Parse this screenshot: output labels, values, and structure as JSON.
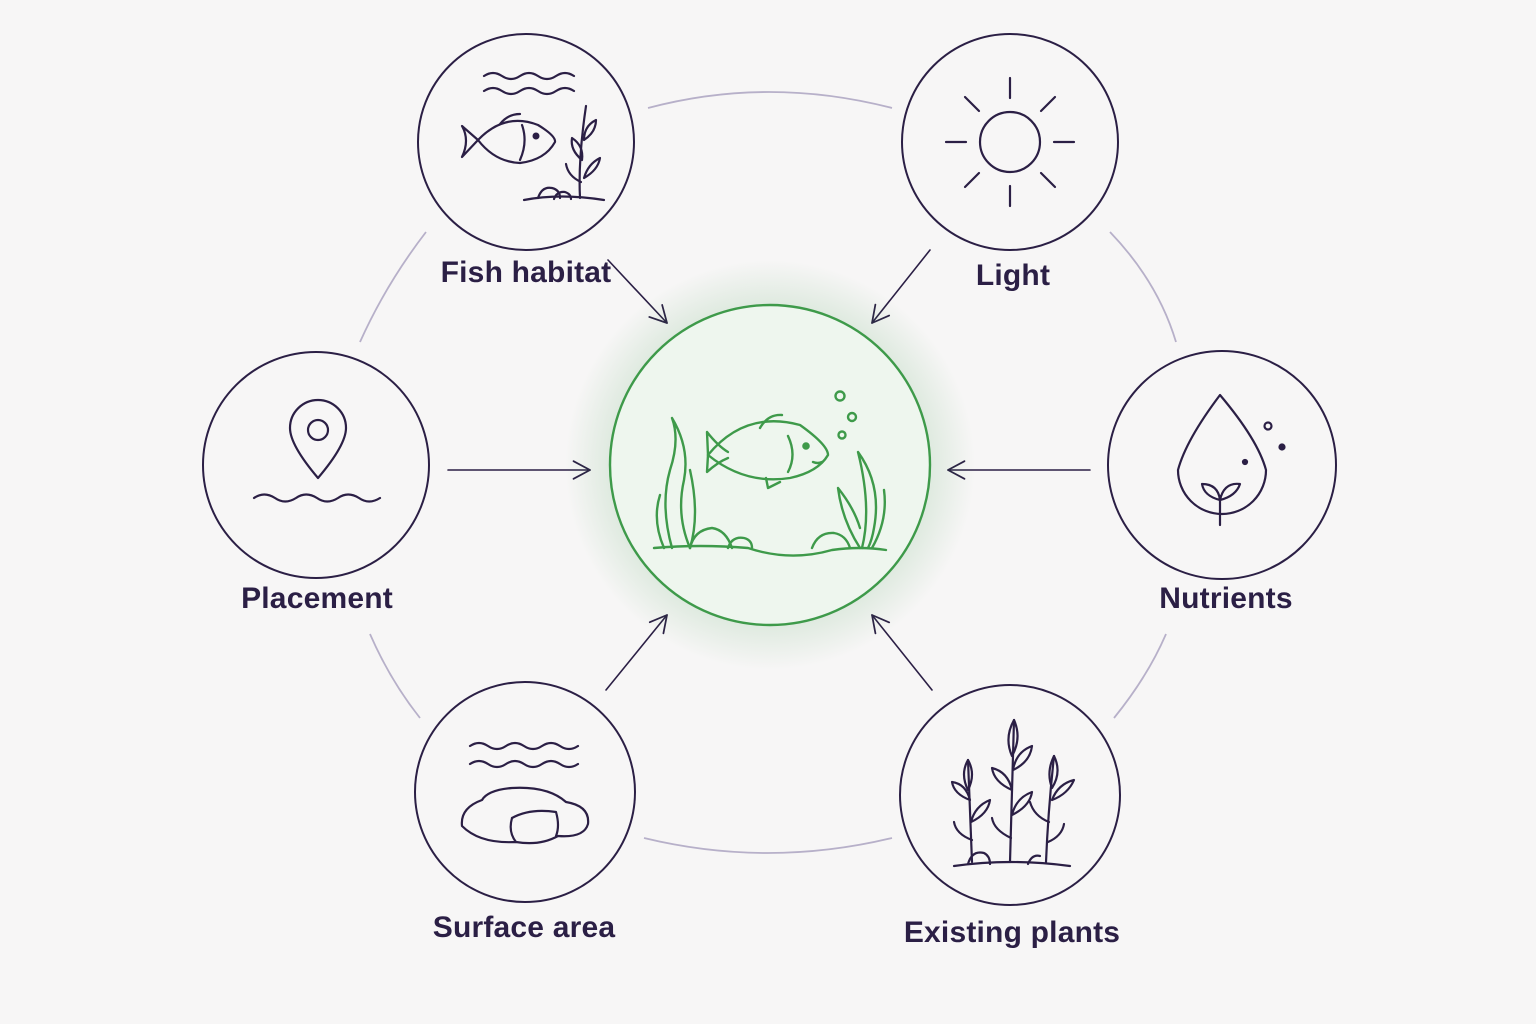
{
  "colors": {
    "background": "#f7f6f6",
    "ink": "#2b1f45",
    "ring": "#b7b0c9",
    "accent_green": "#3e9a4a",
    "center_fill": "#eef6ee"
  },
  "center": {
    "icon": "aquarium-icon"
  },
  "nodes": [
    {
      "id": "fish-habitat",
      "label": "Fish habitat",
      "icon": "fish-habitat-icon"
    },
    {
      "id": "light",
      "label": "Light",
      "icon": "sun-icon"
    },
    {
      "id": "placement",
      "label": "Placement",
      "icon": "location-pin-water-icon"
    },
    {
      "id": "nutrients",
      "label": "Nutrients",
      "icon": "water-drop-sprout-icon"
    },
    {
      "id": "surface-area",
      "label": "Surface area",
      "icon": "rock-icon"
    },
    {
      "id": "existing-plants",
      "label": "Existing plants",
      "icon": "plants-icon"
    }
  ]
}
